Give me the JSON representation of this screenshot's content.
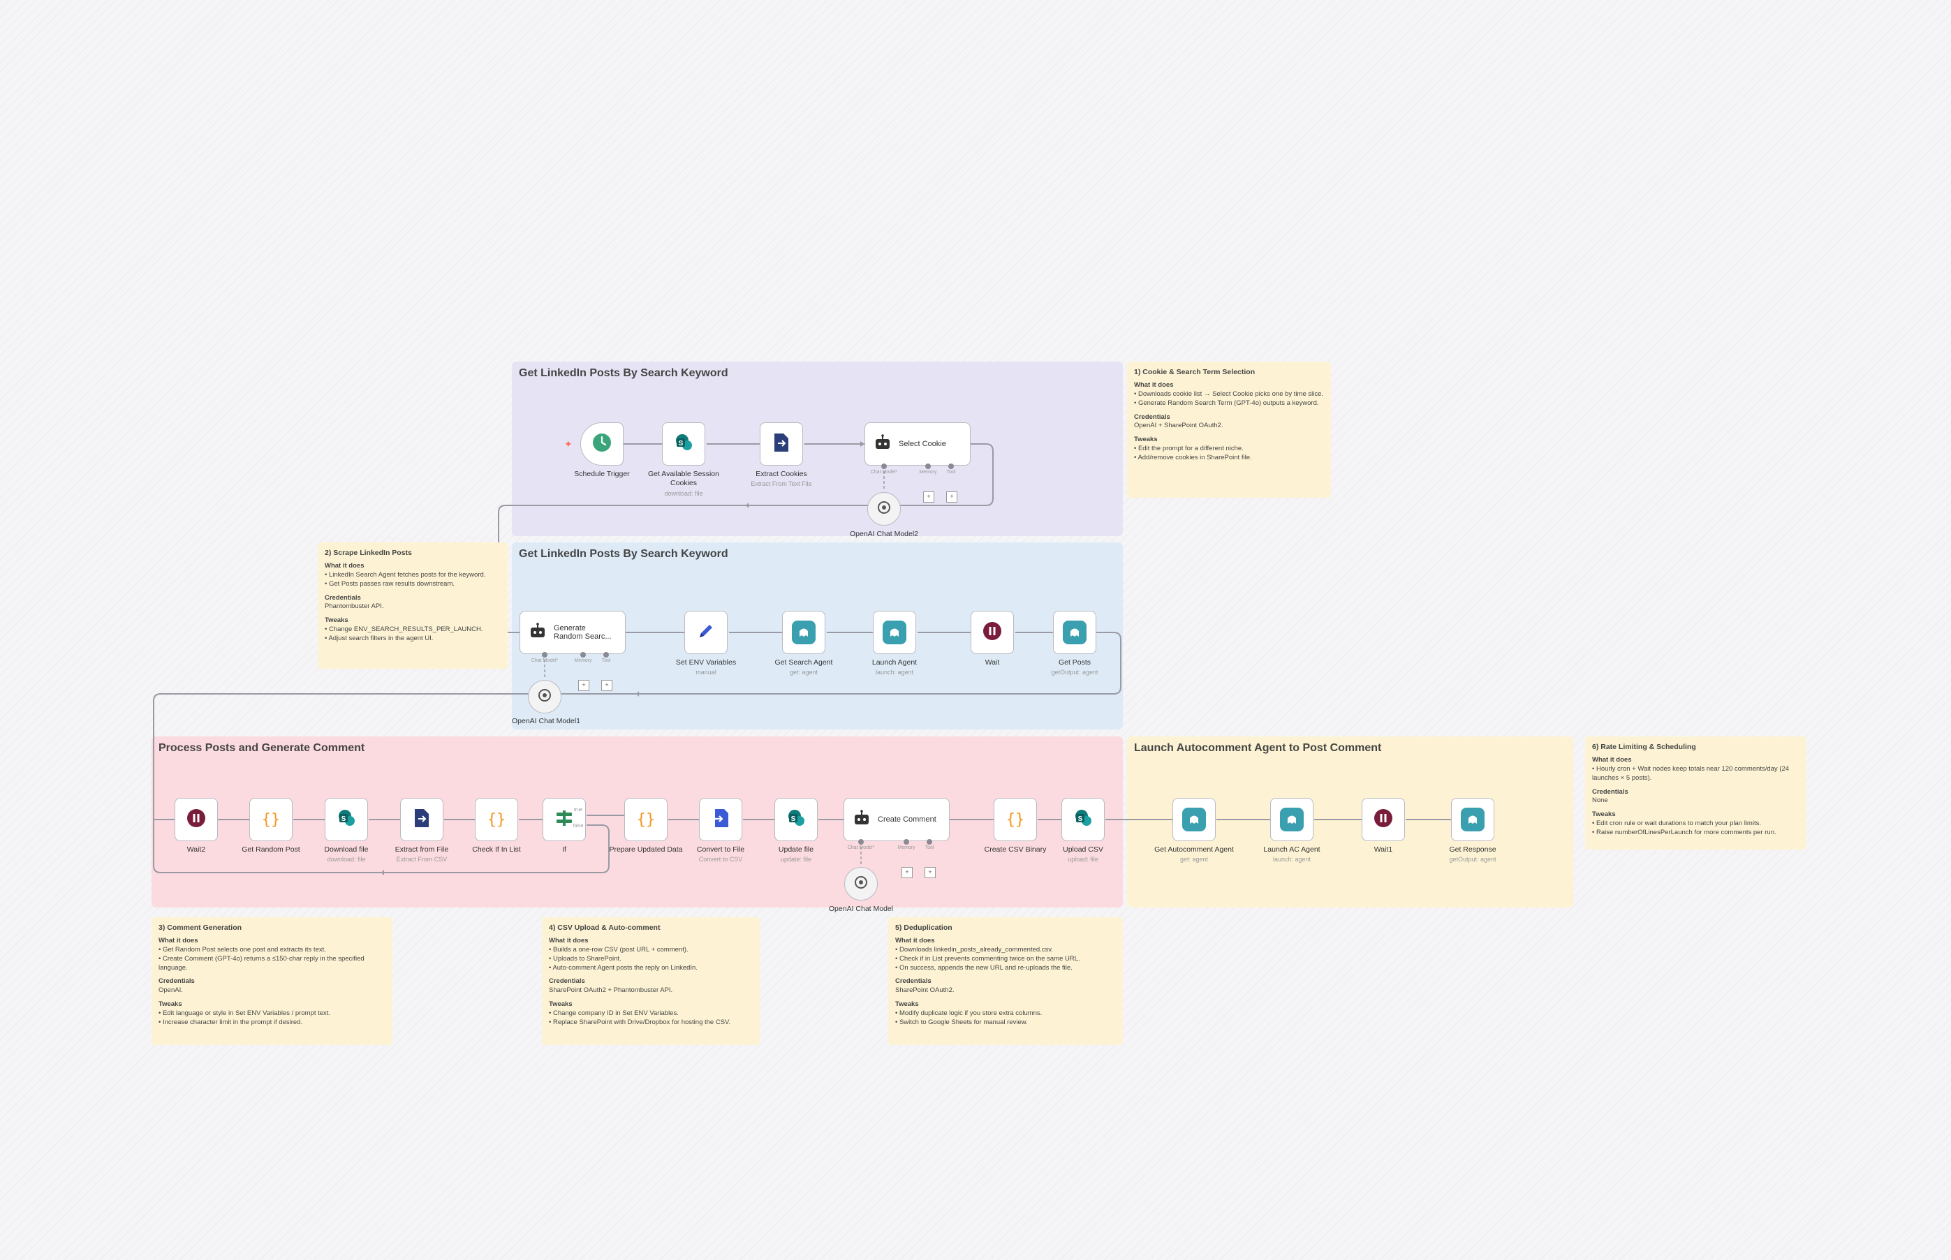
{
  "frames": {
    "top": "Get LinkedIn Posts By Search Keyword",
    "middle": "Get LinkedIn Posts By Search Keyword",
    "process": "Process Posts and Generate Comment",
    "launch": "Launch Autocomment Agent to Post Comment"
  },
  "nodes": {
    "schedule_trigger": {
      "label": "Schedule Trigger"
    },
    "get_cookies": {
      "label": "Get Available Session Cookies",
      "sub": "download: file"
    },
    "extract_cookies": {
      "label": "Extract Cookies",
      "sub": "Extract From Text File"
    },
    "select_cookie": {
      "label": "Select Cookie"
    },
    "openai2": {
      "label": "OpenAI Chat Model2"
    },
    "generate_search": {
      "label": "Generate Random Searc..."
    },
    "openai1": {
      "label": "OpenAI Chat Model1"
    },
    "set_env": {
      "label": "Set ENV Variables",
      "sub": "manual"
    },
    "get_search_agent": {
      "label": "Get Search Agent",
      "sub": "get: agent"
    },
    "launch_agent": {
      "label": "Launch Agent",
      "sub": "launch: agent"
    },
    "wait": {
      "label": "Wait"
    },
    "get_posts": {
      "label": "Get Posts",
      "sub": "getOutput: agent"
    },
    "wait2": {
      "label": "Wait2"
    },
    "get_random_post": {
      "label": "Get Random Post"
    },
    "download_file": {
      "label": "Download file",
      "sub": "download: file"
    },
    "extract_from_file": {
      "label": "Extract from File",
      "sub": "Extract From CSV"
    },
    "check_in_list": {
      "label": "Check If In List"
    },
    "if": {
      "label": "If"
    },
    "prepare_updated": {
      "label": "Prepare Updated Data"
    },
    "convert_to_file": {
      "label": "Convert to File",
      "sub": "Convert to CSV"
    },
    "update_file": {
      "label": "Update file",
      "sub": "update: file"
    },
    "create_comment": {
      "label": "Create Comment"
    },
    "openai": {
      "label": "OpenAI Chat Model"
    },
    "create_csv_binary": {
      "label": "Create CSV Binary"
    },
    "upload_csv": {
      "label": "Upload CSV",
      "sub": "upload: file"
    },
    "get_autocomment_agent": {
      "label": "Get Autocomment Agent",
      "sub": "get: agent"
    },
    "launch_ac_agent": {
      "label": "Launch AC Agent",
      "sub": "launch: agent"
    },
    "wait1": {
      "label": "Wait1"
    },
    "get_response": {
      "label": "Get Response",
      "sub": "getOutput: agent"
    }
  },
  "if_branches": {
    "true": "true",
    "false": "false"
  },
  "port_labels": {
    "chat_model": "Chat Model*",
    "memory": "Memory",
    "tool": "Tool"
  },
  "stickies": {
    "s1": {
      "title": "1) Cookie & Search Term Selection",
      "what": "What it does",
      "what_lines": [
        "• Downloads cookie list → Select Cookie picks one by time slice.",
        "• Generate Random Search Term (GPT-4o) outputs a keyword."
      ],
      "cred": "Credentials",
      "cred_lines": [
        "OpenAI + SharePoint OAuth2."
      ],
      "tweaks": "Tweaks",
      "tweak_lines": [
        "• Edit the prompt for a different niche.",
        "• Add/remove cookies in SharePoint file."
      ]
    },
    "s2": {
      "title": "2) Scrape LinkedIn Posts",
      "what": "What it does",
      "what_lines": [
        "• LinkedIn Search Agent fetches posts for the keyword.",
        "• Get Posts passes raw results downstream."
      ],
      "cred": "Credentials",
      "cred_lines": [
        "Phantombuster API."
      ],
      "tweaks": "Tweaks",
      "tweak_lines": [
        "• Change ENV_SEARCH_RESULTS_PER_LAUNCH.",
        "• Adjust search filters in the agent UI."
      ]
    },
    "s3": {
      "title": "3) Comment Generation",
      "what": "What it does",
      "what_lines": [
        "• Get Random Post selects one post and extracts its text.",
        "• Create Comment (GPT-4o) returns a ≤150-char reply in the specified language."
      ],
      "cred": "Credentials",
      "cred_lines": [
        "OpenAI."
      ],
      "tweaks": "Tweaks",
      "tweak_lines": [
        "• Edit language or style in Set ENV Variables / prompt text.",
        "• Increase character limit in the prompt if desired."
      ]
    },
    "s4": {
      "title": "4) CSV Upload & Auto-comment",
      "what": "What it does",
      "what_lines": [
        "• Builds a one-row CSV (post URL + comment).",
        "• Uploads to SharePoint.",
        "• Auto-comment Agent posts the reply on LinkedIn."
      ],
      "cred": "Credentials",
      "cred_lines": [
        "SharePoint OAuth2 + Phantombuster API."
      ],
      "tweaks": "Tweaks",
      "tweak_lines": [
        "• Change company ID in Set ENV Variables.",
        "• Replace SharePoint with Drive/Dropbox for hosting the CSV."
      ]
    },
    "s5": {
      "title": "5) Deduplication",
      "what": "What it does",
      "what_lines": [
        "• Downloads linkedin_posts_already_commented.csv.",
        "• Check if in List prevents commenting twice on the same URL.",
        "• On success, appends the new URL and re-uploads the file."
      ],
      "cred": "Credentials",
      "cred_lines": [
        "SharePoint OAuth2."
      ],
      "tweaks": "Tweaks",
      "tweak_lines": [
        "• Modify duplicate logic if you store extra columns.",
        "• Switch to Google Sheets for manual review."
      ]
    },
    "s6": {
      "title": "6) Rate Limiting & Scheduling",
      "what": "What it does",
      "what_lines": [
        "• Hourly cron + Wait nodes keep totals near 120 comments/day (24 launches × 5 posts)."
      ],
      "cred": "Credentials",
      "cred_lines": [
        "None"
      ],
      "tweaks": "Tweaks",
      "tweak_lines": [
        "• Edit cron rule or wait durations to match your plan limits.",
        "• Raise numberOfLinesPerLaunch for more comments per run."
      ]
    }
  },
  "colors": {
    "frame_top": "#e6e3f4",
    "frame_middle": "#deebf7",
    "frame_process": "#fbdbdf",
    "frame_launch": "#fdf3d4",
    "sticky": "#fdf3d4",
    "wire": "#9a9aa5",
    "sharepoint": "#0f7a7a",
    "phantom": "#3aa0b0",
    "code": "#f4961e",
    "wait": "#7a1d3a",
    "edit": "#3b5ad6",
    "if": "#2e8b57",
    "trigger": "#3aa57a"
  },
  "icons": {
    "schedule_trigger": "clock-icon",
    "sharepoint": "sharepoint-icon",
    "extract": "file-extract-icon",
    "agent": "robot-icon",
    "openai": "openai-icon",
    "set": "pencil-icon",
    "phantom": "phantombuster-icon",
    "wait": "pause-icon",
    "code": "code-braces-icon",
    "if": "if-branch-icon",
    "convert": "file-convert-icon"
  }
}
